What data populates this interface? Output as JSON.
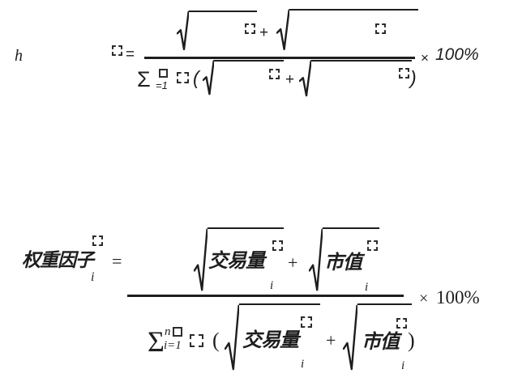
{
  "colors": {
    "ink": "#1e1e1e",
    "background": "#ffffff"
  },
  "formula_degraded": {
    "prefix": "h",
    "equals": "=",
    "numerator": {
      "plus": "+"
    },
    "denominator": {
      "sigma": "Σ",
      "sigma_sub": "=1",
      "open_paren": "(",
      "plus": "+",
      "close_paren": ")"
    },
    "times": "×",
    "percent": "100%"
  },
  "formula_weight_factor": {
    "lhs": "权重因子",
    "lhs_sub": "i",
    "equals": "=",
    "numerator": {
      "term1": "交易量",
      "term1_sub": "i",
      "plus": "+",
      "term2": "市值",
      "term2_sub": "i"
    },
    "denominator": {
      "sigma": "Σ",
      "sigma_sup": "n",
      "sigma_sub": "i=1",
      "open_paren": "(",
      "term1": "交易量",
      "term1_sub": "i",
      "plus": "+",
      "term2": "市值",
      "term2_sub": "i",
      "close_paren": ")"
    },
    "times": "×",
    "percent": "100%"
  }
}
